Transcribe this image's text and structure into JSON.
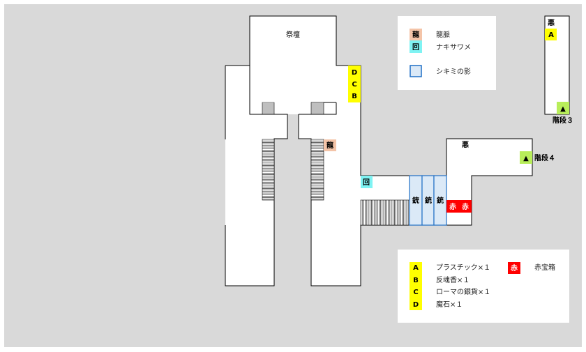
{
  "colors": {
    "background": "#d9d9d9",
    "room": "#ffffff",
    "wall": "#000000",
    "item_marker": "#ffff00",
    "dragon_vein": "#f4c4a8",
    "nakisawame": "#7ff3f3",
    "shikimi_shadow_fill": "#dbe9f7",
    "shikimi_shadow_border": "#1f6fc5",
    "red_chest": "#ff0000",
    "stairs_marker": "#b8ee5a"
  },
  "rooms": {
    "altar": "祭壇",
    "evil_top": "悪",
    "evil_right": "悪"
  },
  "markers": {
    "item_d": "D",
    "item_c": "C",
    "item_b": "B",
    "item_a": "A",
    "dragon": "龍",
    "nakisawame": "回",
    "guns": [
      "銃",
      "銃",
      "銃"
    ],
    "red_1": "赤",
    "red_2": "赤",
    "stairs_symbol": "▲",
    "stairs_3": "階段３",
    "stairs_4": "階段４"
  },
  "legend_top": {
    "items": [
      {
        "symbol": "龍",
        "label": "龍脈",
        "icon": "dragon-vein-icon"
      },
      {
        "symbol": "回",
        "label": "ナキサワメ",
        "icon": "nakisawame-icon"
      },
      {
        "symbol": "",
        "label": "シキミの影",
        "icon": "shadow-box-icon"
      }
    ]
  },
  "legend_bottom": {
    "items": [
      {
        "symbol": "A",
        "label": "プラスチック×１"
      },
      {
        "symbol": "B",
        "label": "反魂香×１"
      },
      {
        "symbol": "C",
        "label": "ローマの銀貨×１"
      },
      {
        "symbol": "D",
        "label": "魔石×１"
      }
    ],
    "chest": {
      "symbol": "赤",
      "label": "赤宝箱"
    }
  }
}
